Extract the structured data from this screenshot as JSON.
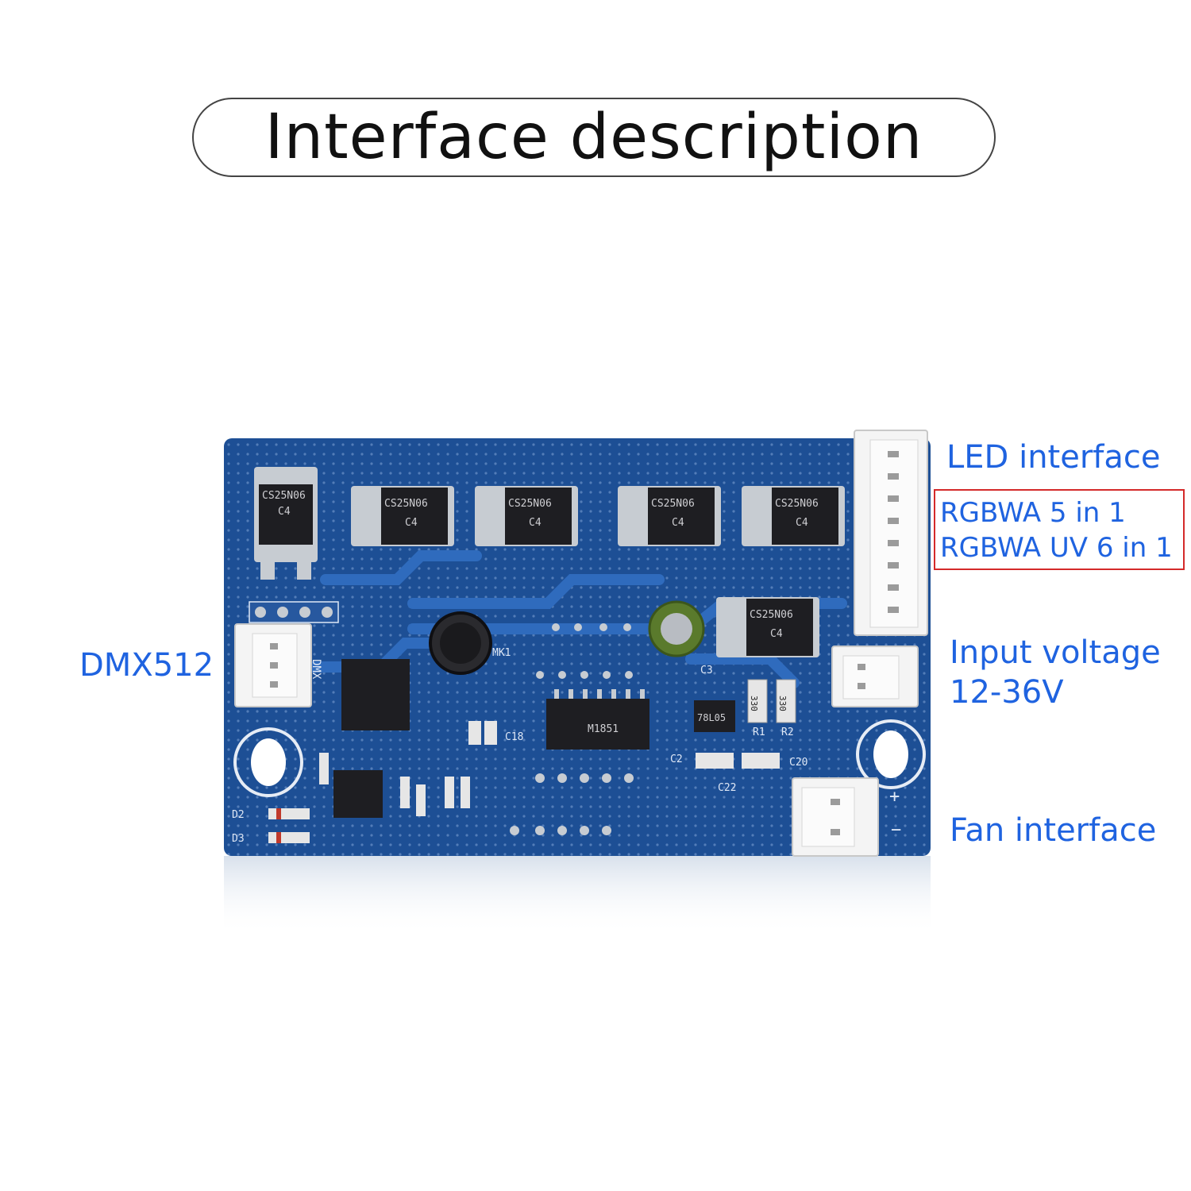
{
  "title": "Interface description",
  "labels": {
    "led_interface": "LED interface",
    "variant_1": "RGBWA 5 in 1",
    "variant_2": "RGBWA UV 6 in 1",
    "dmx": "DMX512",
    "input_voltage_line1": "Input voltage",
    "input_voltage_line2": "12-36V",
    "fan_interface": "Fan interface"
  },
  "colors": {
    "accent": "#1f63e0",
    "highlight_box": "#d42a2a",
    "board": "#1d4f95"
  },
  "board_markings": {
    "mosfet": "CS25N06",
    "mosfet_code": "C4",
    "regulator": "78L05",
    "mic": "MK1",
    "dmx_silk": "DMX",
    "driver_ic": "M1851",
    "cap": "C3",
    "res1": "R1",
    "res2": "R2",
    "res_val": "330",
    "c18": "C18",
    "c2": "C2",
    "c20": "C20",
    "c22": "C22",
    "d2": "D2",
    "d3": "D3"
  }
}
